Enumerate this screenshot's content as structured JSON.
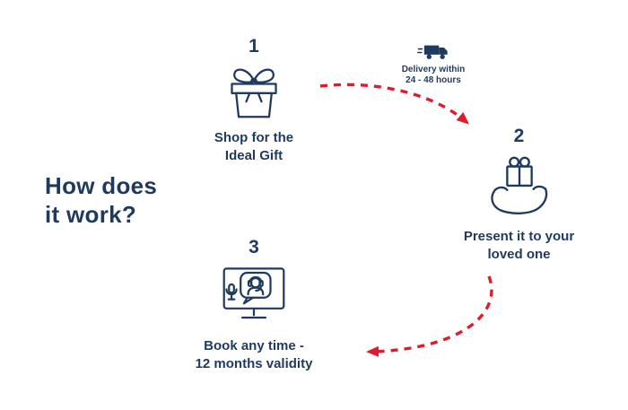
{
  "page": {
    "background_color": "#ffffff",
    "navy_color": "#1f3a5f",
    "red_color": "#e01b2c"
  },
  "title": {
    "line1": "How does",
    "line2": "it work?"
  },
  "delivery_badge": {
    "icon": "delivery-truck-icon",
    "line1": "Delivery within",
    "line2": "24 - 48 hours"
  },
  "steps": [
    {
      "number": "1",
      "icon": "gift-box-icon",
      "caption_line1": "Shop for the",
      "caption_line2": "Ideal Gift"
    },
    {
      "number": "2",
      "icon": "hand-holding-gift-icon",
      "caption_line1": "Present it to your",
      "caption_line2": "loved one"
    },
    {
      "number": "3",
      "icon": "support-monitor-icon",
      "caption_line1": "Book any time -",
      "caption_line2": "12 months validity"
    }
  ],
  "arrows": [
    {
      "name": "step1-to-step2",
      "style": "red-dashed-curve"
    },
    {
      "name": "step2-to-step3",
      "style": "red-dashed-curve"
    }
  ]
}
